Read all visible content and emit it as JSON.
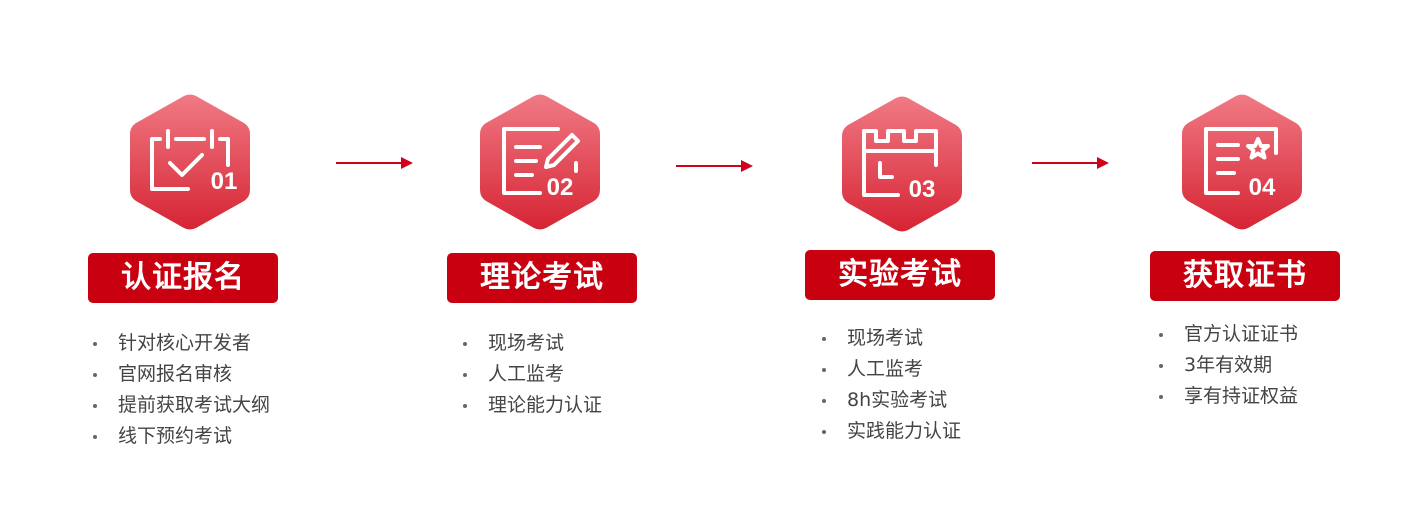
{
  "steps": [
    {
      "number": "01",
      "icon": "calendar-check-icon",
      "title": "认证报名",
      "bullets": [
        "针对核心开发者",
        "官网报名审核",
        "提前获取考试大纲",
        "线下预约考试"
      ]
    },
    {
      "number": "02",
      "icon": "document-edit-icon",
      "title": "理论考试",
      "bullets": [
        "现场考试",
        "人工监考",
        "理论能力认证"
      ]
    },
    {
      "number": "03",
      "icon": "lab-building-icon",
      "title": "实验考试",
      "bullets": [
        "现场考试",
        "人工监考",
        "8h实验考试",
        "实践能力认证"
      ]
    },
    {
      "number": "04",
      "icon": "certificate-star-icon",
      "title": "获取证书",
      "bullets": [
        "官方认证证书",
        "3年有效期",
        "享有持证权益"
      ]
    }
  ],
  "colors": {
    "accent": "#c8000f",
    "hex_top": "#f07a84",
    "hex_bottom": "#d62434",
    "arrow": "#d0021b",
    "text": "#444444"
  }
}
